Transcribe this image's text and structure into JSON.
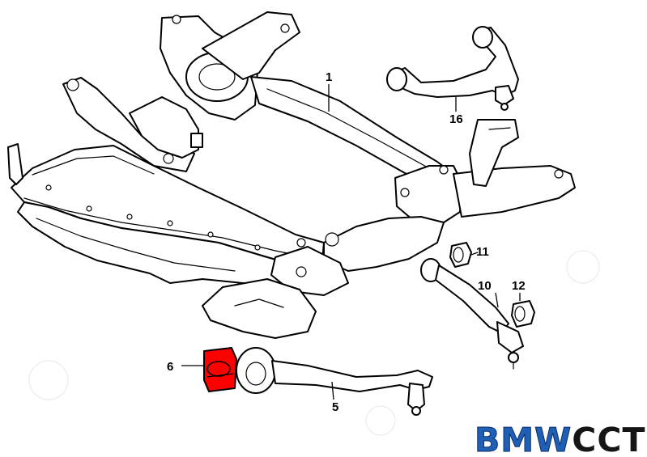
{
  "diagram": {
    "parts": [
      {
        "number": "1",
        "name": "front-subframe"
      },
      {
        "number": "5",
        "name": "wishbone"
      },
      {
        "number": "6",
        "name": "rubber-mount",
        "highlight": "#ff0000"
      },
      {
        "number": "10",
        "name": "tension-strut"
      },
      {
        "number": "11",
        "name": "rubber-mount-tension-strut"
      },
      {
        "number": "12",
        "name": "rubber-mount-tension-strut-outer"
      },
      {
        "number": "16",
        "name": "upper-control-arm"
      }
    ]
  },
  "brand": {
    "text": "BMWCCT",
    "colors": {
      "BMW": "#1f5fb5",
      "CCT": "#151515"
    }
  },
  "colors": {
    "highlight": "#ff0000",
    "line": "#000000",
    "background": "#ffffff"
  }
}
